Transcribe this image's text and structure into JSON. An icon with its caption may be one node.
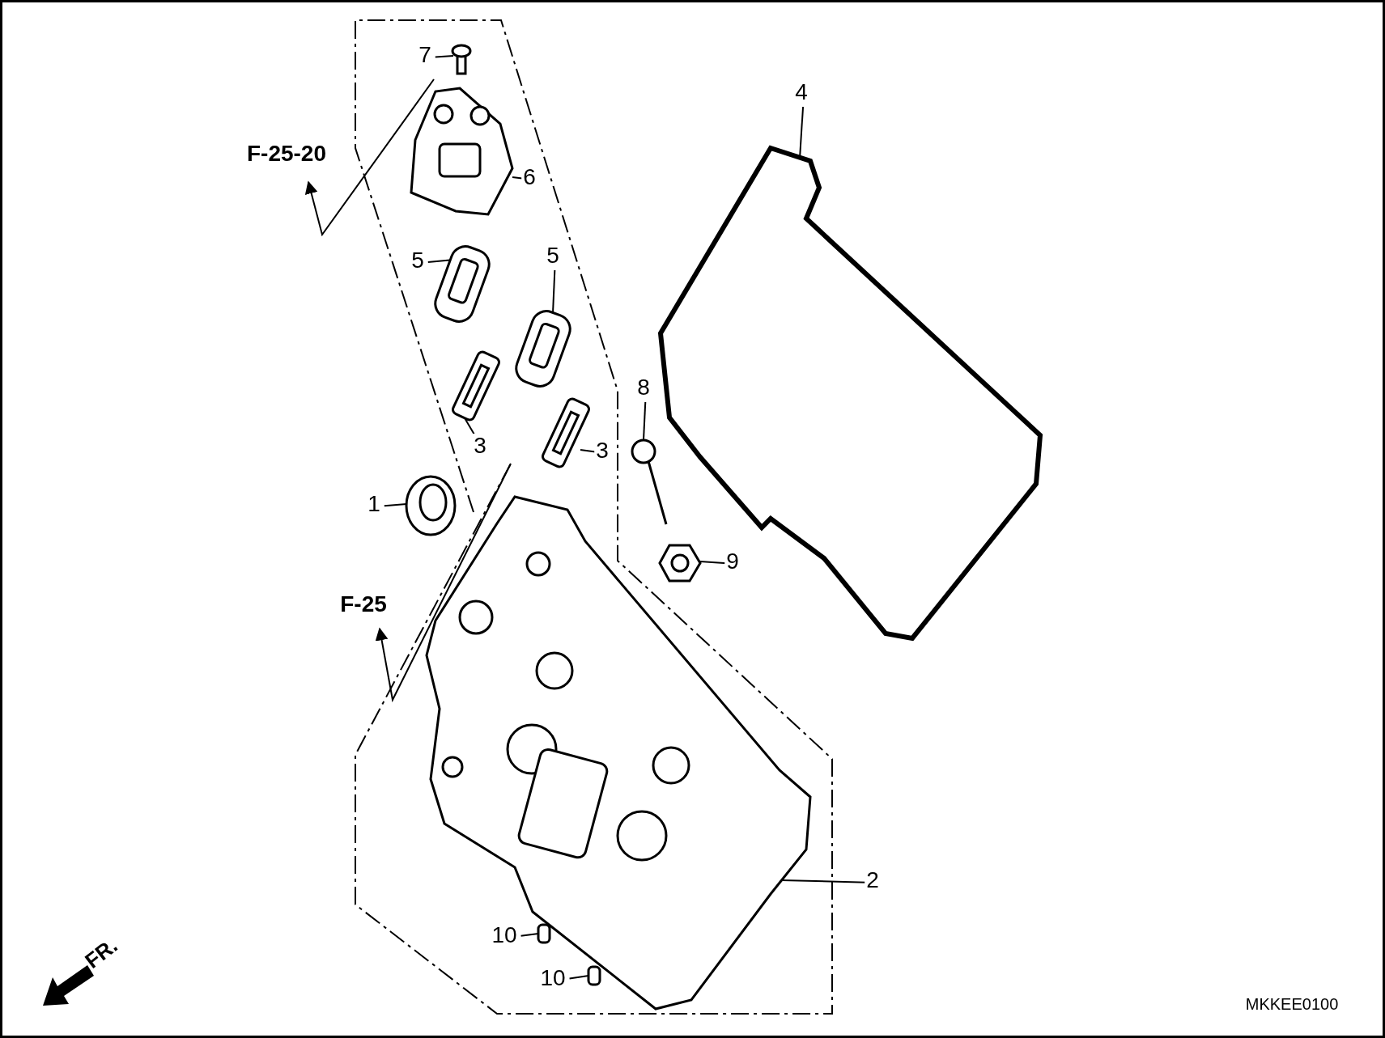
{
  "diagram": {
    "nodes": [
      {
        "text": [
          "7"
        ]
      },
      {
        "text": [],
        "shape": "picture"
      },
      {
        "text": [
          "6"
        ]
      },
      {
        "text": [],
        "shape": "picture"
      },
      {
        "text": [
          "5"
        ]
      },
      {
        "text": [],
        "shape": "picture"
      },
      {
        "text": [
          "5"
        ]
      },
      {
        "text": [],
        "shape": "picture"
      },
      {
        "text": [
          "3"
        ]
      },
      {
        "text": [],
        "shape": "picture"
      },
      {
        "text": [
          "3"
        ]
      },
      {
        "text": [],
        "shape": "picture"
      },
      {
        "text": [
          "1"
        ]
      },
      {
        "text": [],
        "shape": "picture"
      },
      {
        "text": [
          "8"
        ]
      },
      {
        "text": [],
        "shape": "picture"
      },
      {
        "text": [
          "9"
        ]
      },
      {
        "text": [],
        "shape": "picture"
      },
      {
        "text": [
          "4"
        ]
      },
      {
        "text": [],
        "shape": "picture"
      },
      {
        "text": [
          "2"
        ]
      },
      {
        "text": [],
        "shape": "picture"
      },
      {
        "text": [
          "10"
        ]
      },
      {
        "text": [],
        "shape": "box"
      },
      {
        "text": [
          "10"
        ]
      },
      {
        "text": [],
        "shape": "box"
      }
    ],
    "edges": [
      {
        "from": 0,
        "to": 1,
        "arrow": "none"
      },
      {
        "from": 2,
        "to": 3,
        "arrow": "none"
      },
      {
        "from": 4,
        "to": 5,
        "arrow": "none"
      },
      {
        "from": 6,
        "to": 7,
        "arrow": "none"
      },
      {
        "from": 8,
        "to": 9,
        "arrow": "none"
      },
      {
        "from": 10,
        "to": 11,
        "arrow": "none"
      },
      {
        "from": 12,
        "to": 13,
        "arrow": "none"
      },
      {
        "from": 14,
        "to": 15,
        "arrow": "none"
      },
      {
        "from": 16,
        "to": 17,
        "arrow": "none"
      },
      {
        "from": 18,
        "to": 19,
        "arrow": "none"
      },
      {
        "from": 20,
        "to": 21,
        "arrow": "none"
      },
      {
        "from": 22,
        "to": 23,
        "arrow": "none"
      },
      {
        "from": 24,
        "to": 25,
        "arrow": "none"
      }
    ],
    "labels": [
      "F-25-20",
      "F-25",
      "FR.",
      "MKKEE0100"
    ]
  }
}
